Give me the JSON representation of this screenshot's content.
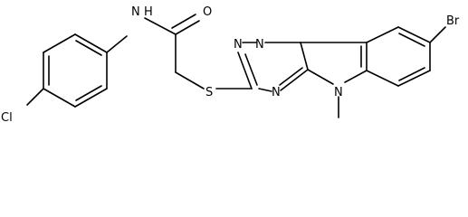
{
  "molecule": {
    "atom_labels": {
      "cl": "Cl",
      "nh_n": "N",
      "nh_h": "H",
      "carbonyl_o": "O",
      "thioether_s": "S",
      "triazine_n1": "N",
      "triazine_n2": "N",
      "triazine_n3": "N",
      "indole_n": "N",
      "br": "Br"
    }
  },
  "colors": {
    "bond": "#000000",
    "label": "#000000",
    "background": "#ffffff"
  }
}
